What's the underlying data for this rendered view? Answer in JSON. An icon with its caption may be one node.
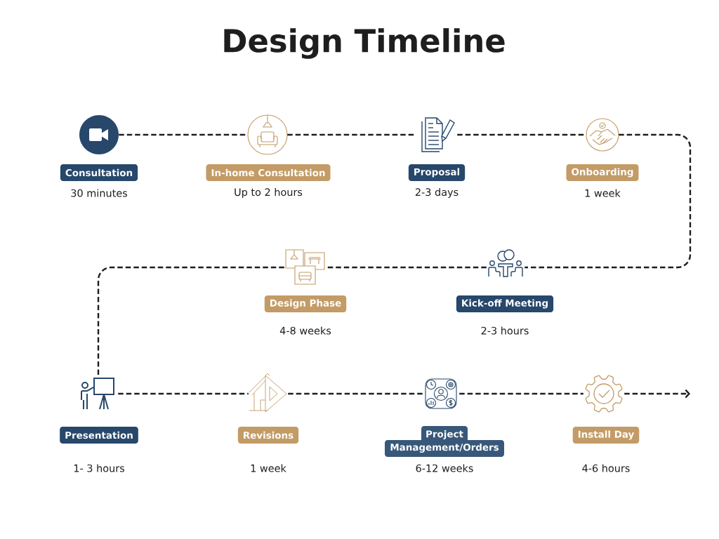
{
  "diagram": {
    "title": "Design Timeline",
    "nodes": [
      {
        "text": [],
        "shape": "picture"
      },
      {
        "text": [
          "Consultation"
        ],
        "beside": [
          "30 minutes"
        ]
      },
      {
        "text": [],
        "shape": "picture"
      },
      {
        "text": [
          "In-home Consultation"
        ],
        "beside": [
          "Up to 2 hours"
        ]
      },
      {
        "text": [],
        "shape": "picture"
      },
      {
        "text": [
          "Proposal"
        ],
        "beside": [
          "2-3 days"
        ]
      },
      {
        "text": [],
        "shape": "picture"
      },
      {
        "text": [
          "Onboarding"
        ],
        "beside": [
          "1 week"
        ]
      },
      {
        "text": [],
        "shape": "picture"
      },
      {
        "text": [
          "Kick-off Meeting"
        ],
        "beside": [
          "2-3 hours"
        ]
      },
      {
        "text": [],
        "shape": "picture"
      },
      {
        "text": [
          "Design Phase"
        ],
        "beside": [
          "4-8 weeks"
        ]
      },
      {
        "text": [],
        "shape": "picture"
      },
      {
        "text": [
          "Presentation"
        ],
        "beside": [
          "1- 3 hours"
        ]
      },
      {
        "text": [],
        "shape": "picture"
      },
      {
        "text": [
          "Revisions"
        ],
        "beside": [
          "1 week"
        ]
      },
      {
        "text": [],
        "shape": "picture"
      },
      {
        "text": [
          "Project Management/Orders"
        ],
        "beside": [
          "6-12 weeks"
        ]
      },
      {
        "text": [],
        "shape": "picture"
      },
      {
        "text": [
          "Install Day"
        ],
        "beside": [
          "4-6 hours"
        ]
      }
    ],
    "edges": [
      {
        "from": 0,
        "to": 2,
        "arrow": "none",
        "style": "dashed"
      },
      {
        "from": 2,
        "to": 4,
        "arrow": "none",
        "style": "dashed"
      },
      {
        "from": 4,
        "to": 6,
        "arrow": "none",
        "style": "dashed"
      },
      {
        "from": 6,
        "to": 8,
        "arrow": "none",
        "style": "dashed"
      },
      {
        "from": 8,
        "to": 10,
        "arrow": "none",
        "style": "dashed"
      },
      {
        "from": 10,
        "to": 12,
        "arrow": "none",
        "style": "dashed"
      },
      {
        "from": 12,
        "to": 14,
        "arrow": "none",
        "style": "dashed"
      },
      {
        "from": 14,
        "to": 16,
        "arrow": "none",
        "style": "dashed"
      },
      {
        "from": 16,
        "to": 18,
        "arrow": "none",
        "style": "dashed"
      },
      {
        "from": 18,
        "to": null,
        "arrow": "to",
        "style": "dashed"
      }
    ]
  }
}
